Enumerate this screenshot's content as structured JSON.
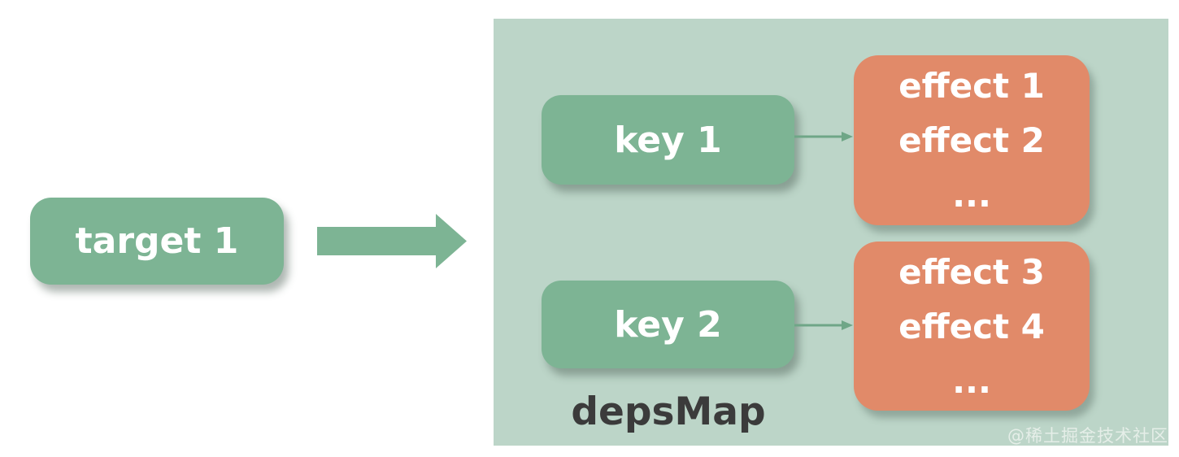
{
  "diagram": {
    "target_label": "target 1",
    "deps_map_label": "depsMap",
    "keys": [
      {
        "label": "key 1"
      },
      {
        "label": "key 2"
      }
    ],
    "effect_groups": [
      {
        "lines": [
          "effect 1",
          "effect 2",
          "..."
        ]
      },
      {
        "lines": [
          "effect 3",
          "effect 4",
          "..."
        ]
      }
    ],
    "watermark": "@稀土掘金技术社区",
    "icons": {
      "big_arrow": "right-block-arrow",
      "thin_arrow": "right-thin-arrow"
    },
    "colors": {
      "node_green": "#7db494",
      "container_green": "#bcd5c8",
      "effect_orange": "#e18a69",
      "thin_arrow": "#6fa687",
      "label_dark": "#3b3b3b"
    }
  }
}
